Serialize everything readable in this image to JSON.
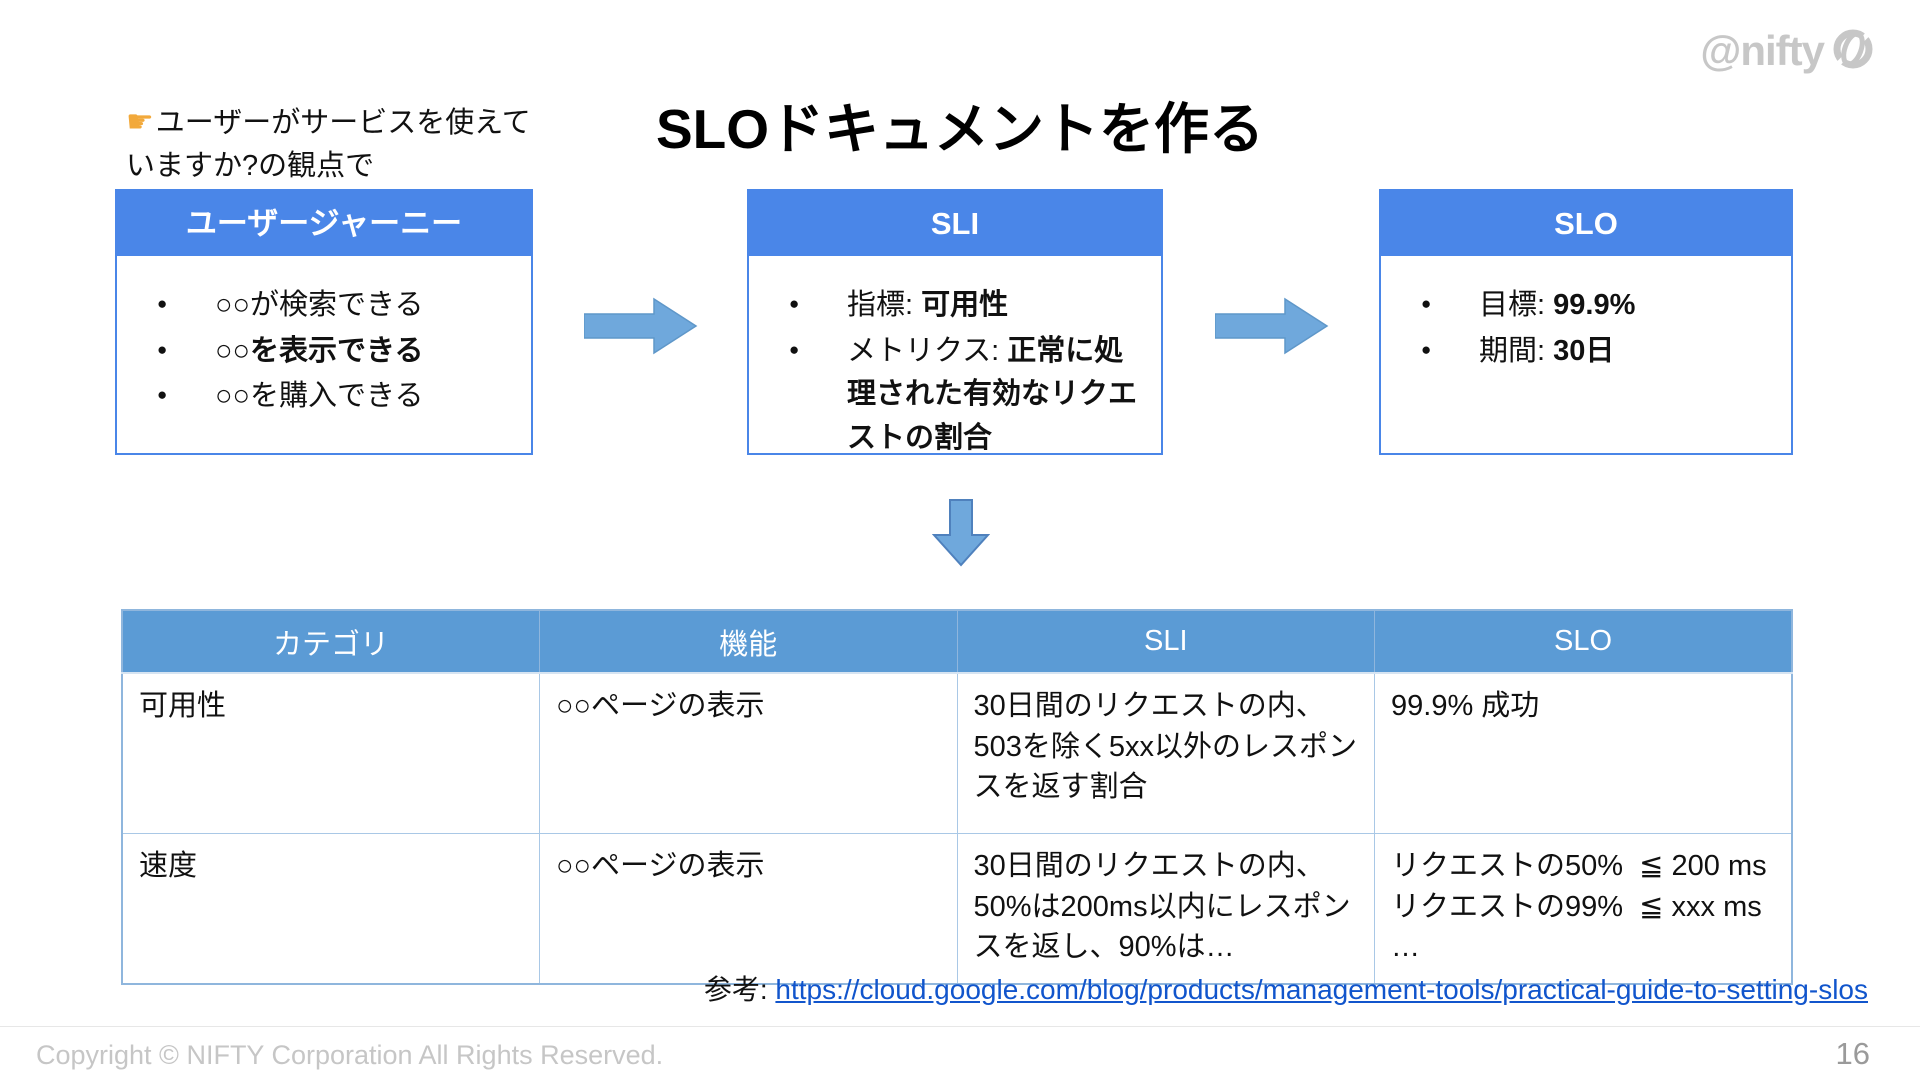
{
  "slide": {
    "logo_text": "@nifty",
    "title": "SLOドキュメントを作る",
    "annotation": {
      "icon": "☛",
      "line1": "ユーザーがサービスを使えて",
      "line2": "いますか?の観点で"
    },
    "page_number": "16",
    "copyright": "Copyright © NIFTY Corporation All Rights Reserved."
  },
  "bullet_char": "●",
  "boxes": [
    {
      "header": "ユーザージャーニー",
      "items": [
        {
          "pre": "○○が検索できる",
          "bold": ""
        },
        {
          "pre": "",
          "bold": "○○を表示できる"
        },
        {
          "pre": "○○を購入できる",
          "bold": ""
        }
      ]
    },
    {
      "header": "SLI",
      "items": [
        {
          "pre": "指標: ",
          "bold": "可用性"
        },
        {
          "pre": "メトリクス: ",
          "bold": "正常に処理された有効なリクエストの割合"
        }
      ]
    },
    {
      "header": "SLO",
      "items": [
        {
          "pre": "目標: ",
          "bold": "99.9%"
        },
        {
          "pre": "期間: ",
          "bold": "30日"
        }
      ]
    }
  ],
  "table": {
    "headers": [
      "カテゴリ",
      "機能",
      "SLI",
      "SLO"
    ],
    "rows": [
      {
        "category": "可用性",
        "feature": "○○ページの表示",
        "sli": "30日間のリクエストの内、503を除く5xx以外のレスポンスを返す割合",
        "slo": "99.9% 成功"
      },
      {
        "category": "速度",
        "feature": "○○ページの表示",
        "sli": "30日間のリクエストの内、50%は200ms以内にレスポンスを返し、90%は…",
        "slo": "リクエストの50%  ≦ 200 ms\nリクエストの99%  ≦ xxx ms\n…"
      }
    ]
  },
  "reference": {
    "label": "参考: ",
    "url": "https://cloud.google.com/blog/products/management-tools/practical-guide-to-setting-slos"
  },
  "colors": {
    "box_header_blue": "#4a86e8",
    "table_header_blue": "#5b9bd5",
    "arrow_blue": "#6fa8dc",
    "link_blue": "#1155cc"
  }
}
